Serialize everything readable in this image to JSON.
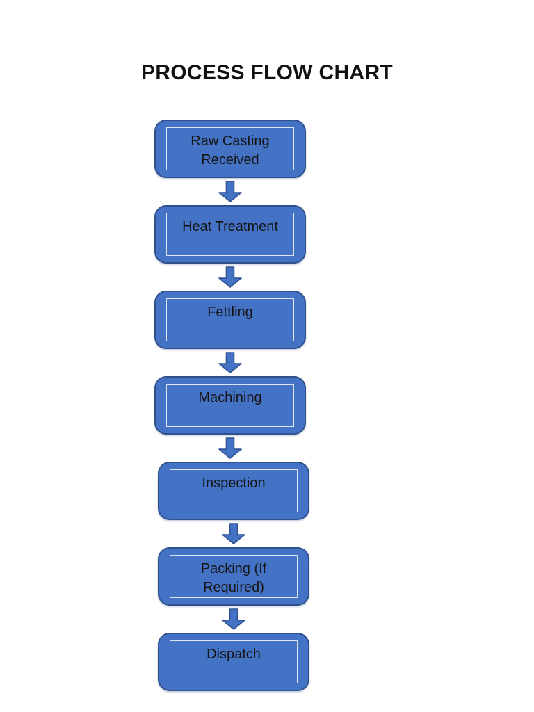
{
  "title": "PROCESS FLOW CHART",
  "colors": {
    "box_fill": "#4472C4",
    "box_border": "#2F528F",
    "inner_border": "#DEE3F0",
    "arrow_fill": "#4472C4",
    "arrow_border": "#2F528F",
    "text": "#151515",
    "title_text": "#111111",
    "page_bg": "#FFFFFF"
  },
  "flowchart": {
    "direction": "top-to-bottom",
    "connector_icon": "down-arrow",
    "steps": [
      {
        "label": "Raw Casting Received"
      },
      {
        "label": "Heat Treatment"
      },
      {
        "label": "Fettling"
      },
      {
        "label": "Machining"
      },
      {
        "label": "Inspection"
      },
      {
        "label": "Packing (If Required)"
      },
      {
        "label": "Dispatch"
      }
    ]
  }
}
